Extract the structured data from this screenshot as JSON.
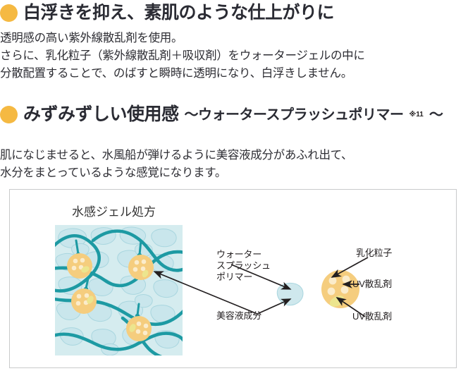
{
  "sections": [
    {
      "id": "no-white-cast",
      "bullet": "orange-dot",
      "heading": "白浮きを抑え、素肌のような仕上がりに",
      "body": "透明感の高い紫外線散乱剤を使用。\nさらに、乳化粒子（紫外線散乱剤＋吸収剤）をウォータージェルの中に\n分散配置することで、のばすと瞬時に透明になり、白浮きしません。"
    },
    {
      "id": "fresh-feel",
      "bullet": "orange-dot",
      "heading": "みずみずしい使用感",
      "heading_sub": "〜ウォータースプラッシュポリマー",
      "heading_sup": "※11",
      "heading_sub_tail": "〜",
      "body": "肌になじませると、水風船が弾けるように美容液成分があふれ出て、\n水分をまとっているような感覚になります。"
    }
  ],
  "diagram": {
    "gel_title": "水感ジェル処方",
    "labels": {
      "polymer": "ウォーター\nスプラッシュ\nポリマー",
      "essence": "美容液成分",
      "emulsion_particle": "乳化粒子",
      "uv_scatter_1": "UV散乱剤",
      "uv_scatter_2": "UV散乱剤"
    }
  },
  "colors": {
    "bullet": "#f5b942",
    "heading_text": "#2a2b33",
    "heading_stroke": "#ffffff",
    "body_text": "#2e2e34",
    "gel_background": "#d5ecef",
    "gel_blob_fill": "#c5e4ea",
    "gel_blob_stroke": "#a7d5de",
    "polymer_chain": "#1d9aa3",
    "particle_fill": "#f5cd7e",
    "particle_dot": "#fae7c2",
    "particle_oval": "#ece58e",
    "card_border": "#c9cacb",
    "arrow": "#231f20"
  }
}
